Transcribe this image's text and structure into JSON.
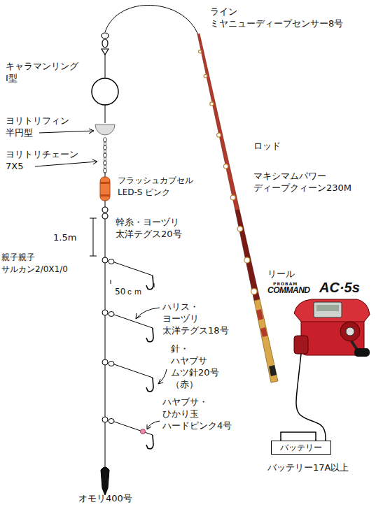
{
  "diagram": {
    "nodes": [
      {
        "text": [
          "バッテリー"
        ]
      }
    ],
    "labels": [
      "ライン ミヤニューディープセンサー8号",
      "キャラマンリング Ⅰ型",
      "ヨリトリフィン 半円型",
      "ヨリトリチェーン 7X5",
      "フラッシュカプセル LED-S ピンク",
      "幹糸・ヨーヅリ 太洋テグス20号",
      "1.5m",
      "親子親子 サルカン2/0X1/0",
      "50ｃｍ",
      "ハリス・ヨーヅリ 太洋テグス18号",
      "針・ハヤブサ ムツ針20号（赤）",
      "ハヤブサ・ひかり玉 ハードピンク4号",
      "ロッド",
      "マキシマムパワー ディープクィーン230M",
      "リール",
      "PROBAM",
      "COMMAND",
      "AC·5s",
      "バッテリー17A以上",
      "オモリ400号"
    ]
  }
}
